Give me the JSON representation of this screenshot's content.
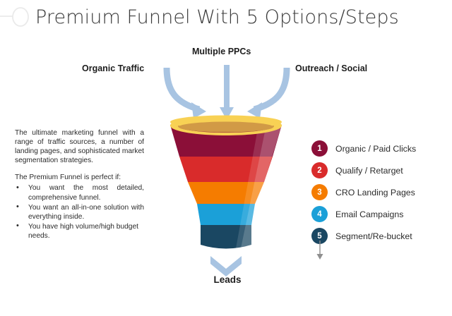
{
  "page": {
    "title": "Premium Funnel With 5 Options/Steps",
    "background_color": "#ffffff"
  },
  "decoration": {
    "mark_name": "circle-outline-mark",
    "color": "#e8e8e8"
  },
  "sources": {
    "left_label": "Organic Traffic",
    "center_label": "Multiple PPCs",
    "right_label": "Outreach / Social",
    "arrow_color": "#a8c4e2"
  },
  "description": {
    "paragraph": "The ultimate marketing funnel with a range of traffic sources, a number of landing pages, and sophisticated market segmentation strategies.",
    "benefits_intro": "The Premium Funnel is perfect if:",
    "bullet_glyph": "•",
    "benefits": [
      "You want the most detailed, comprehensive funnel.",
      "You want an all-in-one solution with everything inside.",
      "You have high volume/high budget needs."
    ]
  },
  "funnel": {
    "rim_color": "#f8d154",
    "rim_inner_color": "#d19a46",
    "output_label": "Leads",
    "output_arrow_color": "#a8c4e2",
    "highlight_color": "#ffffff",
    "stages": [
      {
        "step": "1",
        "color": "#8b0f38",
        "name": "Organic / Paid Clicks"
      },
      {
        "step": "2",
        "color": "#d92b2b",
        "name": "Qualify / Retarget"
      },
      {
        "step": "3",
        "color": "#f57c00",
        "name": "CRO Landing Pages"
      },
      {
        "step": "4",
        "color": "#1ba0d8",
        "name": "Email Campaigns"
      },
      {
        "step": "5",
        "color": "#1a4762",
        "name": "Segment/Re-bucket"
      }
    ]
  },
  "legend": {
    "flow_arrow_color": "#8f8f8f",
    "items": [
      {
        "number": "1",
        "label": "Organic / Paid Clicks",
        "color": "#8b0f38"
      },
      {
        "number": "2",
        "label": "Qualify / Retarget",
        "color": "#d92b2b"
      },
      {
        "number": "3",
        "label": "CRO Landing Pages",
        "color": "#f57c00"
      },
      {
        "number": "4",
        "label": "Email Campaigns",
        "color": "#1ba0d8"
      },
      {
        "number": "5",
        "label": "Segment/Re-bucket",
        "color": "#1a4762"
      }
    ]
  }
}
